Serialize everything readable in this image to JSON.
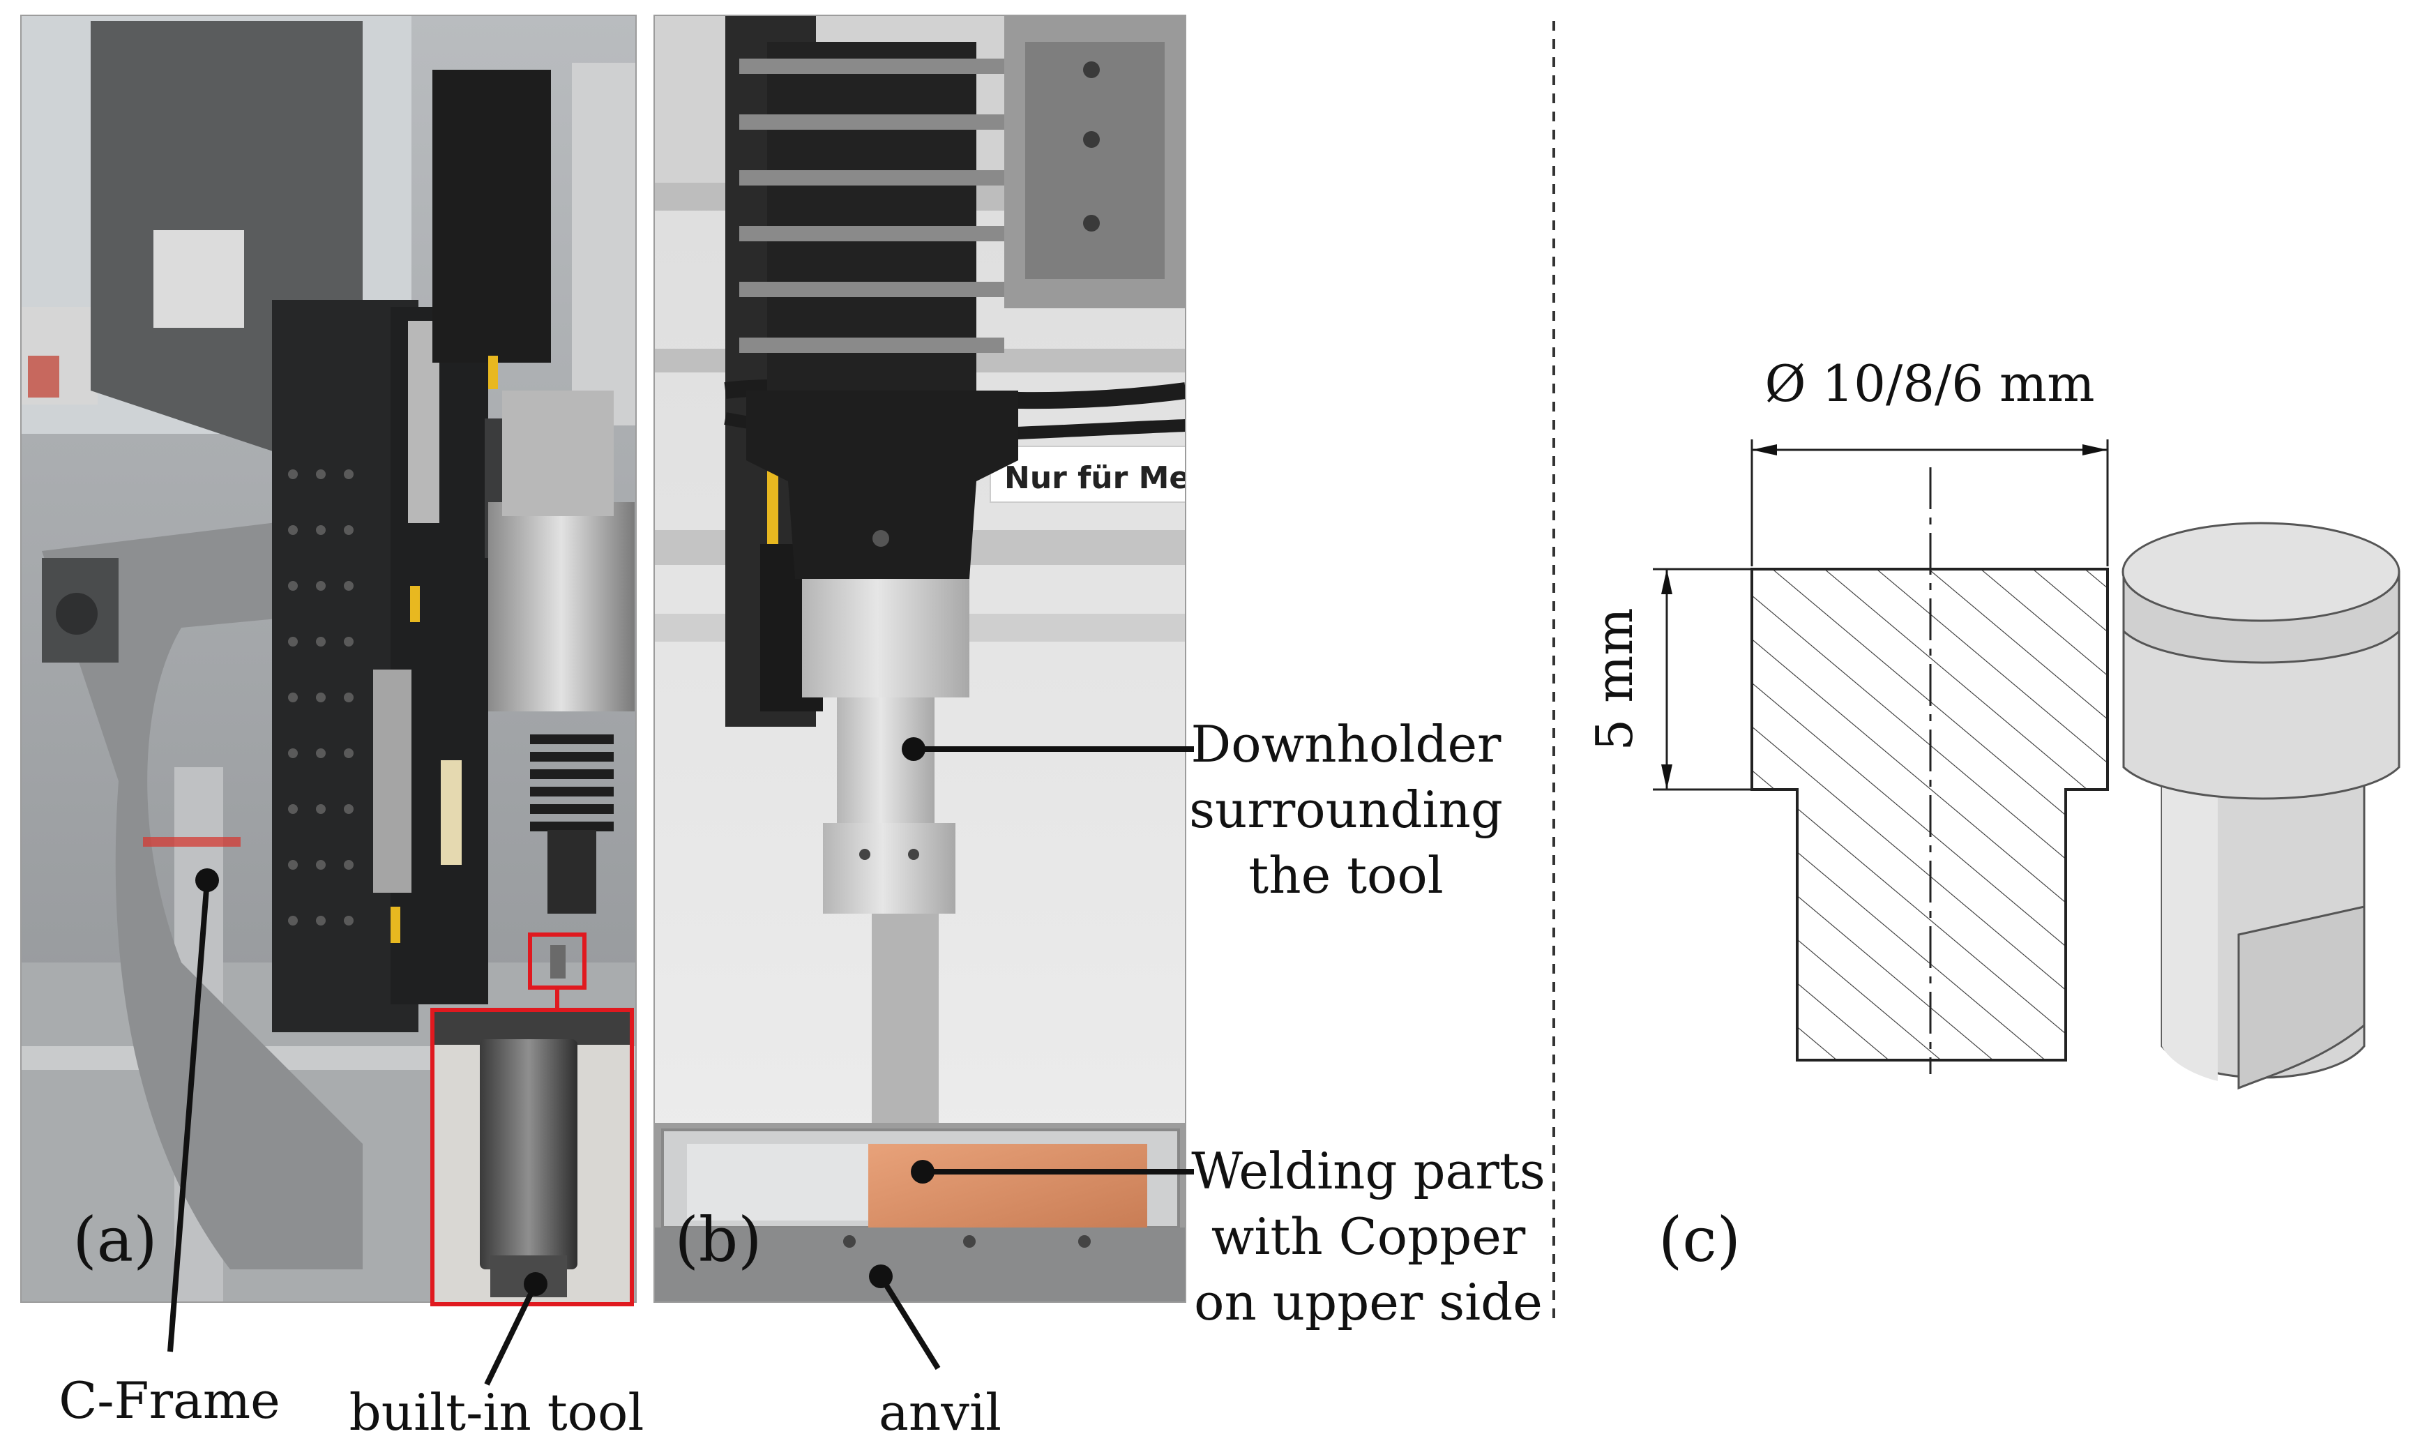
{
  "panels": {
    "a": {
      "letter": "(a)",
      "labels": {
        "frame": "C-Frame",
        "tool": "built-in tool"
      }
    },
    "b": {
      "letter": "(b)",
      "labels": {
        "downholder": [
          "Downholder",
          "surrounding",
          "the tool"
        ],
        "welding": [
          "Welding parts",
          "with Copper",
          "on upper side"
        ],
        "anvil": "anvil"
      },
      "photo_text": "Nur für Meta"
    },
    "c": {
      "letter": "(c)",
      "diameter_label": "Ø 10/8/6 mm",
      "height_label": "5 mm"
    }
  },
  "colors": {
    "highlight_box": "#e0191f",
    "copper": "#d98d63",
    "machine_dark": "#2b2b2b",
    "machine_grey": "#7d7d7d",
    "aluminium": "#c7c7c7",
    "render_face": "#d9d9d9"
  },
  "icons": [
    "magnifier-inset",
    "leader-dot"
  ]
}
